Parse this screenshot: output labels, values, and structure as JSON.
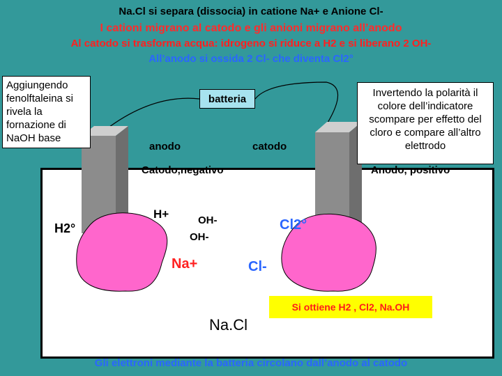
{
  "header": {
    "line1": "Na.Cl si separa (dissocia) in catione Na+ e Anione Cl-",
    "line2": "I cationi migrano al catodo e gli anioni migrano all’anodo",
    "line3": "Al catodo si trasforma acqua: idrogeno si riduce a H2 e si liberano 2 OH-",
    "line4": "All’anodo si ossida 2 Cl- che diventa Cl2°"
  },
  "notes": {
    "left": "Aggiungendo fenolftaleina si rivela la fornazione di NaOH base",
    "right": "Invertendo la polarità il colore dell’indicatore scompare per effetto del cloro e compare all’altro elettrodo"
  },
  "battery": {
    "label": "batteria"
  },
  "electrodes": {
    "anodo": "anodo",
    "catodo": "catodo",
    "left_label": "Catodo,negativo",
    "right_label": "Anodo, positivo"
  },
  "ions": {
    "h2": "H2°",
    "h_plus": "H+",
    "oh1": "OH-",
    "oh2": "OH-",
    "cl2": "Cl2°",
    "na_plus": "Na+",
    "cl_minus": "Cl-",
    "nacl": "Na.Cl"
  },
  "result": "Si ottiene H2 , Cl2, Na.OH",
  "footer": "Gli elettroni mediante la batteria circolano dall’anodo al catodo",
  "colors": {
    "background": "#33999a",
    "pink_blob": "#ff66cc",
    "electrode": "#8c8c8c",
    "result_bg": "#ffff00",
    "header_red": "#ff2020",
    "header_blue": "#2a66ff"
  }
}
